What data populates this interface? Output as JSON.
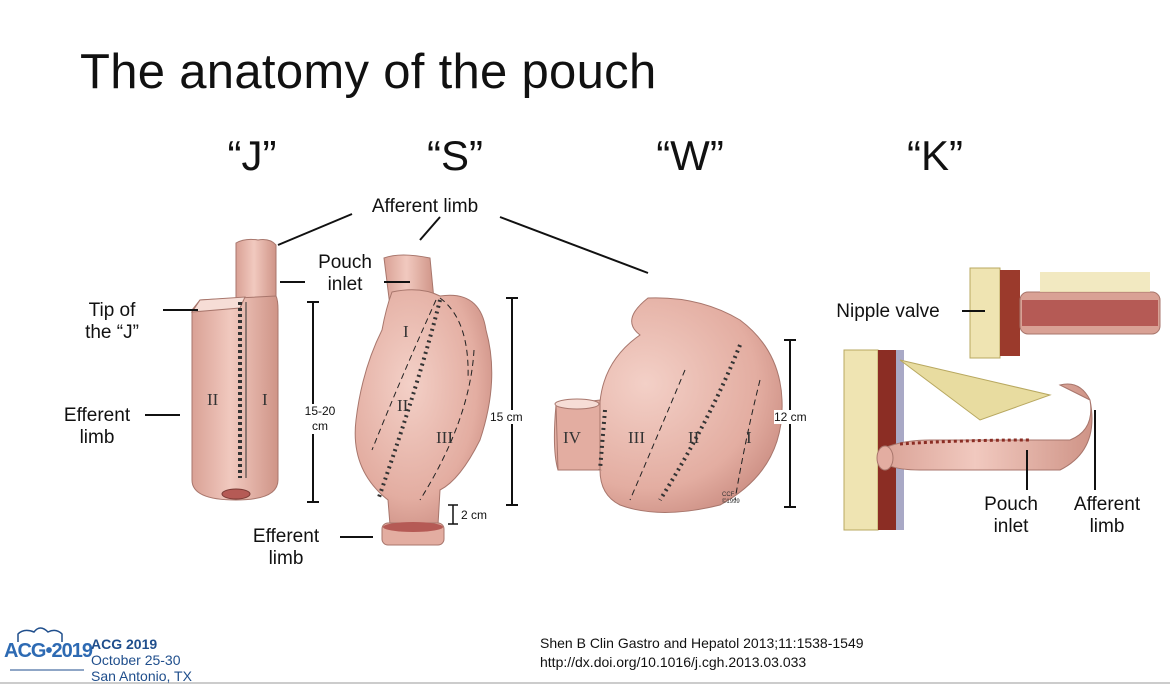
{
  "slide": {
    "title": "The anatomy of the pouch"
  },
  "pouch_types": [
    "“J”",
    "“S”",
    "“W”",
    "“K”"
  ],
  "labels": {
    "afferent_limb_top": "Afferent limb",
    "pouch_inlet_s_line1": "Pouch",
    "pouch_inlet_s_line2": "inlet",
    "tip_line1": "Tip of",
    "tip_line2": "the “J”",
    "efferent_j_line1": "Efferent",
    "efferent_j_line2": "limb",
    "efferent_s_line1": "Efferent",
    "efferent_s_line2": "limb",
    "nipple_valve": "Nipple valve",
    "pouch_inlet_k_line1": "Pouch",
    "pouch_inlet_k_line2": "inlet",
    "afferent_k_line1": "Afferent",
    "afferent_k_line2": "limb"
  },
  "measurements": {
    "j_length_line1": "15-20",
    "j_length_line2": "cm",
    "s_length": "15 cm",
    "s_outlet": "2 cm",
    "w_length": "12 cm"
  },
  "segments": {
    "j": [
      "II",
      "I"
    ],
    "s": [
      "I",
      "II",
      "III"
    ],
    "w": [
      "IV",
      "III",
      "II",
      "I"
    ]
  },
  "credit": {
    "line1": "CCF",
    "line2": "©1999"
  },
  "conference": {
    "logo_text": "ACG•2019",
    "name": "ACG 2019",
    "dates": "October 25-30",
    "location": "San Antonio, TX"
  },
  "citation": {
    "line1": "Shen B  Clin Gastro and Hepatol 2013;11:1538-1549",
    "line2": "http://dx.doi.org/10.1016/j.cgh.2013.03.033"
  },
  "colors": {
    "pouch_fill": "#e9b9ae",
    "pouch_shadow": "#c98b80",
    "fat": "#e8dca0",
    "muscle": "#8b2d24",
    "accent": "#1f4e8c"
  }
}
